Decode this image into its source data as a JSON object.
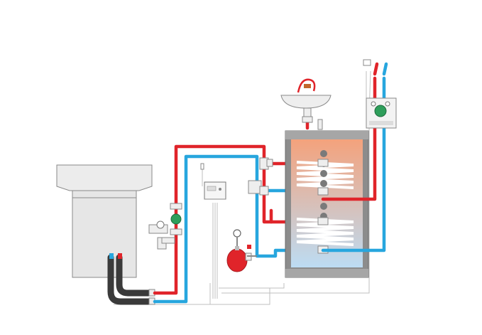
{
  "colors": {
    "hot": "#e0242a",
    "cold": "#27a6de",
    "pump": "#2e9e5b",
    "tank_shell": "#8c8c8c",
    "tank_inner_top": "#f4a27c",
    "tank_inner_bottom": "#bcdcf3",
    "coil": "#ffffff",
    "expansion_vessel": "#e0242a",
    "heat_pump_body": "#e9e9e9",
    "hose": "#3a3a3a"
  },
  "components": [
    {
      "id": "heat-pump-unit",
      "icon": "outdoor-unit-icon"
    },
    {
      "id": "circulation-pump",
      "icon": "pump-icon"
    },
    {
      "id": "pressure-gauge",
      "icon": "gauge-icon"
    },
    {
      "id": "expansion-vessel",
      "icon": "vessel-icon"
    },
    {
      "id": "controller",
      "icon": "controller-icon"
    },
    {
      "id": "storage-tank",
      "icon": "tank-icon"
    },
    {
      "id": "wash-basin",
      "icon": "basin-icon"
    },
    {
      "id": "solar-pump-station",
      "icon": "pump-station-icon"
    }
  ]
}
